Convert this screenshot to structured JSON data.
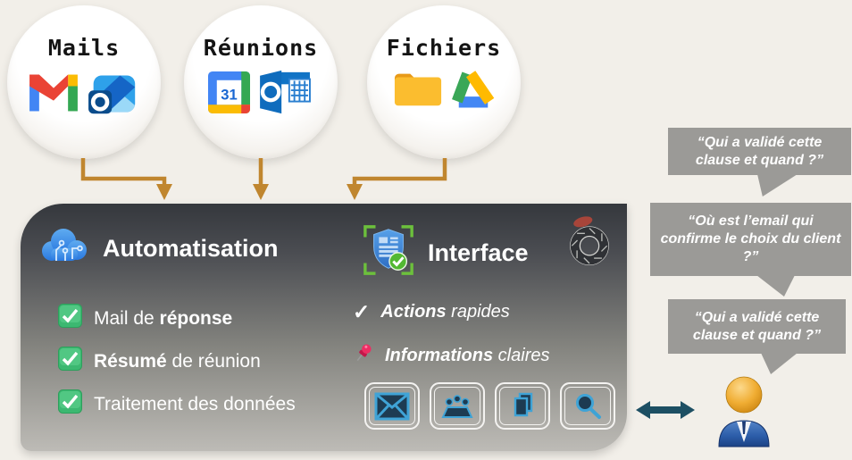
{
  "sources": [
    {
      "label": "Mails",
      "icons": [
        "gmail-icon",
        "outlook-new-icon"
      ]
    },
    {
      "label": "Réunions",
      "icons": [
        "google-calendar-icon",
        "outlook-classic-icon"
      ]
    },
    {
      "label": "Fichiers",
      "icons": [
        "folder-icon",
        "google-drive-icon"
      ]
    }
  ],
  "automation": {
    "title": "Automatisation",
    "items": [
      {
        "pre": "Mail de ",
        "bold": "réponse",
        "post": ""
      },
      {
        "pre": "",
        "bold": "Résumé",
        "post": " de réunion"
      },
      {
        "pre": "Traitement des données",
        "bold": "",
        "post": ""
      }
    ]
  },
  "interface_section": {
    "title": "Interface",
    "features": [
      {
        "marker": "✓",
        "bold": "Actions",
        "rest": " rapides"
      },
      {
        "marker": "",
        "bold": "Informations",
        "rest": " claires"
      }
    ],
    "buttons": [
      "mail",
      "meeting",
      "documents",
      "search"
    ]
  },
  "bubbles": [
    {
      "text": "“Qui a validé cette clause et quand ?”"
    },
    {
      "text": "“Où est l’email qui confirme le choix du client ?”"
    },
    {
      "text": "“Qui a validé cette clause et quand ?”"
    }
  ],
  "icons": {
    "calendar_day": "31"
  },
  "colors": {
    "background": "#f2efe9",
    "flow_arrow": "#c0862f",
    "bubble_gray": "#9b9a97",
    "panel_top": "#35383d",
    "panel_bottom": "#bdbbb6",
    "check_green": "#3cb871",
    "exchange_arrow": "#1d4f63",
    "tool_icon_blue": "#3fa3d6",
    "tool_icon_navy": "#1d3b52"
  }
}
